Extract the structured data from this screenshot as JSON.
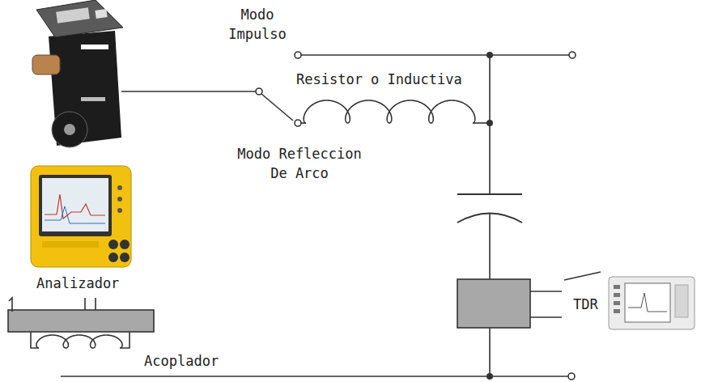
{
  "diagram": {
    "labels": [
      "Modo Impulso",
      "Resistor o Inductiva",
      "Modo Refleccion De Arco",
      "Analizador",
      "TDR",
      "Acoplador"
    ]
  }
}
